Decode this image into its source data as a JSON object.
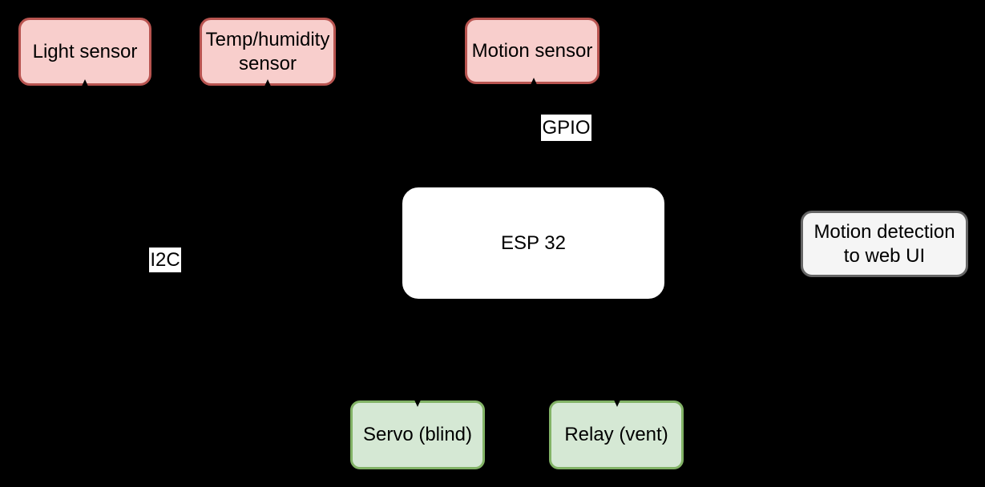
{
  "canvas": {
    "background_color": "#000000",
    "text_color": "#000000"
  },
  "nodes": {
    "light_sensor": {
      "label": "Light sensor",
      "fill": "#f8cecc",
      "border": "#b85450"
    },
    "temp_humidity_sensor": {
      "label": "Temp/humidity\nsensor",
      "fill": "#f8cecc",
      "border": "#b85450"
    },
    "motion_sensor": {
      "label": "Motion sensor",
      "fill": "#f8cecc",
      "border": "#b85450"
    },
    "esp32": {
      "label": "ESP 32",
      "fill": "#ffffff",
      "border": "#000000"
    },
    "motion_detection_web_ui": {
      "label": "Motion detection\nto web UI",
      "fill": "#f5f5f5",
      "border": "#666666"
    },
    "servo_blind": {
      "label": "Servo (blind)",
      "fill": "#d5e8d4",
      "border": "#82b366"
    },
    "relay_vent": {
      "label": "Relay (vent)",
      "fill": "#d5e8d4",
      "border": "#82b366"
    }
  },
  "edge_labels": {
    "i2c": "I2C",
    "gpio": "GPIO"
  },
  "edges": [
    {
      "from": "esp32",
      "to": "light_sensor",
      "label": "I2C",
      "arrowhead_at": "light_sensor"
    },
    {
      "from": "esp32",
      "to": "temp_humidity_sensor",
      "label": "",
      "arrowhead_at": "temp_humidity_sensor"
    },
    {
      "from": "esp32",
      "to": "motion_sensor",
      "label": "GPIO",
      "arrowhead_at": "motion_sensor"
    },
    {
      "from": "esp32",
      "to": "servo_blind",
      "label": "",
      "arrowhead_at": "servo_blind"
    },
    {
      "from": "esp32",
      "to": "relay_vent",
      "label": "",
      "arrowhead_at": "relay_vent"
    },
    {
      "from": "esp32",
      "to": "motion_detection_web_ui",
      "label": "",
      "arrowhead_at": "motion_detection_web_ui"
    }
  ]
}
